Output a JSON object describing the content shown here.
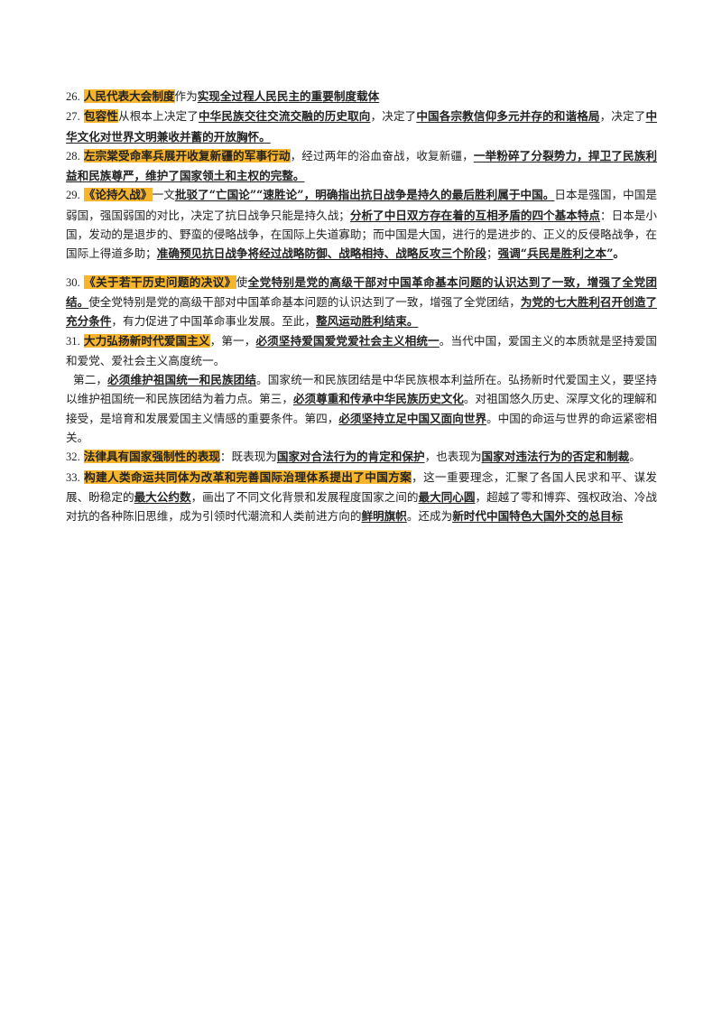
{
  "items": [
    {
      "num": "26.",
      "segs": [
        {
          "t": "人民代表大会制度",
          "s": "hl"
        },
        {
          "t": "作为",
          "s": ""
        },
        {
          "t": "实现全过程人民民主的重要制度载体",
          "s": "bu"
        }
      ]
    },
    {
      "num": "27.",
      "segs": [
        {
          "t": "包容性",
          "s": "hl"
        },
        {
          "t": "从根本上决定了",
          "s": ""
        },
        {
          "t": "中华民族交往交流交融的历史取向",
          "s": "bu"
        },
        {
          "t": "，决定了",
          "s": ""
        },
        {
          "t": "中国各宗教信仰多元并存的和谐格局",
          "s": "bu"
        },
        {
          "t": "，决定了",
          "s": ""
        },
        {
          "t": "中华文化对世界文明兼收并蓄的开放胸怀。",
          "s": "bu"
        }
      ]
    },
    {
      "num": "28.",
      "segs": [
        {
          "t": "左宗棠受命率兵展开收复新疆的军事行动",
          "s": "hl"
        },
        {
          "t": "，经过两年的浴血奋战，收复新疆，",
          "s": ""
        },
        {
          "t": "一举粉碎了分裂势力，捍卫了民族利益和民族尊严，维护了国家领土和主权的完整。",
          "s": "bu"
        }
      ]
    },
    {
      "num": "29.",
      "segs": [
        {
          "t": "《论持久战》",
          "s": "hl"
        },
        {
          "t": "一文",
          "s": ""
        },
        {
          "t": "批驳了“亡国论”“速胜论”，明确指出抗日战争是持久的最后胜利属于中国。",
          "s": "bu"
        },
        {
          "t": "日本是强国，中国是弱国，强国弱国的对比，决定了抗日战争只能是持久战；",
          "s": ""
        },
        {
          "t": "分析了中日双方存在着的互相矛盾的四个基本特点",
          "s": "bu"
        },
        {
          "t": "：日本是小国，发动的是退步的、野蛮的侵略战争，在国际上失道寡助；而中国是大国，进行的是进步的、正义的反侵略战争，在国际上得道多助；",
          "s": ""
        },
        {
          "t": "准确预见抗日战争将经过战略防御、战略相持、战略反攻三个阶段",
          "s": "bu"
        },
        {
          "t": "；",
          "s": ""
        },
        {
          "t": "强调“兵民是胜利之本”",
          "s": "bu"
        },
        {
          "t": "。",
          "s": "b"
        }
      ]
    },
    {
      "num": "30.",
      "gap": true,
      "segs": [
        {
          "t": "《关于若干历史问题的决议》",
          "s": "hl"
        },
        {
          "t": "使",
          "s": ""
        },
        {
          "t": "全党特别是党的高级干部对中国革命基本问题的认识达到了一致，增强了全党团结。",
          "s": "bu"
        },
        {
          "t": "使全党特别是党的高级干部对中国革命基本问题的认识达到了一致，增强了全党团结，",
          "s": ""
        },
        {
          "t": "为党的七大胜利召开创造了充分条件",
          "s": "bu"
        },
        {
          "t": "，有力促进了中国革命事业发展。至此，",
          "s": ""
        },
        {
          "t": "整风运动胜利结束。",
          "s": "bu"
        }
      ]
    },
    {
      "num": "31.",
      "segs": [
        {
          "t": "大力弘扬新时代爱国主义",
          "s": "hl"
        },
        {
          "t": "，第一，",
          "s": ""
        },
        {
          "t": "必须坚持爱国爱党爱社会主义相统一",
          "s": "bu"
        },
        {
          "t": "。当代中国，爱国主义的本质就是坚持爱国和爱党、爱社会主义高度统一。",
          "s": ""
        }
      ]
    },
    {
      "num": "",
      "indent": true,
      "segs": [
        {
          "t": "第二，",
          "s": ""
        },
        {
          "t": "必须维护祖国统一和民族团结",
          "s": "bu"
        },
        {
          "t": "。国家统一和民族团结是中华民族根本利益所在。弘扬新时代爱国主义，要坚持以维护祖国统一和民族团结为着力点。第三，",
          "s": ""
        },
        {
          "t": "必须尊重和传承中华民族历史文化",
          "s": "bu"
        },
        {
          "t": "。对祖国悠久历史、深厚文化的理解和接受，是培育和发展爱国主义情感的重要条件。第四，",
          "s": ""
        },
        {
          "t": "必须坚持立足中国又面向世界",
          "s": "bu"
        },
        {
          "t": "。中国的命运与世界的命运紧密相关。",
          "s": ""
        }
      ]
    },
    {
      "num": "32.",
      "segs": [
        {
          "t": "法律具有国家强制性的表现",
          "s": "hl"
        },
        {
          "t": "：既表现为",
          "s": ""
        },
        {
          "t": "国家对合法行为的肯定和保护",
          "s": "bu"
        },
        {
          "t": "，也表现为",
          "s": ""
        },
        {
          "t": "国家对违法行为的否定和制裁",
          "s": "bu"
        },
        {
          "t": "。",
          "s": ""
        }
      ]
    },
    {
      "num": "33.",
      "segs": [
        {
          "t": "构建人类命运共同体为改革和完善国际治理体系提出了中国方案",
          "s": "hl"
        },
        {
          "t": "，这一重要理念，汇聚了各国人民求和平、谋发展、盼稳定的",
          "s": ""
        },
        {
          "t": "最大公约数",
          "s": "bu"
        },
        {
          "t": "，画出了不同文化背景和发展程度国家之间的",
          "s": ""
        },
        {
          "t": "最大同心圆",
          "s": "bu"
        },
        {
          "t": "，超越了零和博弈、强权政治、冷战对抗的各种陈旧思维，成为引领时代潮流和人类前进方向的",
          "s": ""
        },
        {
          "t": "鲜明旗帜",
          "s": "bu"
        },
        {
          "t": "。还成为",
          "s": ""
        },
        {
          "t": "新时代中国特色大国外交的总目标",
          "s": "bu"
        }
      ]
    }
  ]
}
